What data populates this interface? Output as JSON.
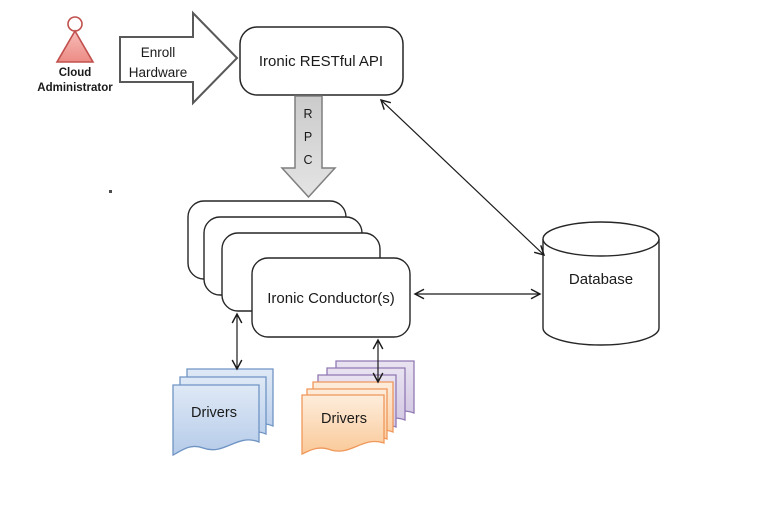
{
  "actor": {
    "label_line1": "Cloud",
    "label_line2": "Administrator"
  },
  "enroll_arrow": {
    "label_line1": "Enroll",
    "label_line2": "Hardware"
  },
  "api_box": {
    "label": "Ironic RESTful API"
  },
  "rpc_arrow": {
    "letters": [
      "R",
      "P",
      "C"
    ]
  },
  "conductor_box": {
    "label": "Ironic Conductor(s)"
  },
  "database": {
    "label": "Database"
  },
  "drivers_blue": {
    "label": "Drivers"
  },
  "drivers_orange": {
    "label": "Drivers"
  },
  "colors": {
    "actor_stroke": "#C0504D",
    "actor_fill_top": "#F7BDB9",
    "actor_fill_bottom": "#EC8B84",
    "box_stroke": "#262626",
    "block_arrow_stroke": "#595959",
    "rpc_fill": "#D9D9D9",
    "rpc_stroke": "#7F7F7F",
    "connector": "#1A1A1A",
    "blue_doc_stroke": "#6F94C4",
    "blue_doc_fill_top": "#DFE9F6",
    "blue_doc_fill_bottom": "#B5CBE9",
    "orange_doc_stroke": "#F0975A",
    "orange_doc_fill_top": "#FDEDDC",
    "orange_doc_fill_bottom": "#FAC998",
    "purple_doc_stroke": "#9179B4",
    "purple_doc_fill_top": "#E9E3F1",
    "purple_doc_fill_bottom": "#CFC4E1"
  }
}
